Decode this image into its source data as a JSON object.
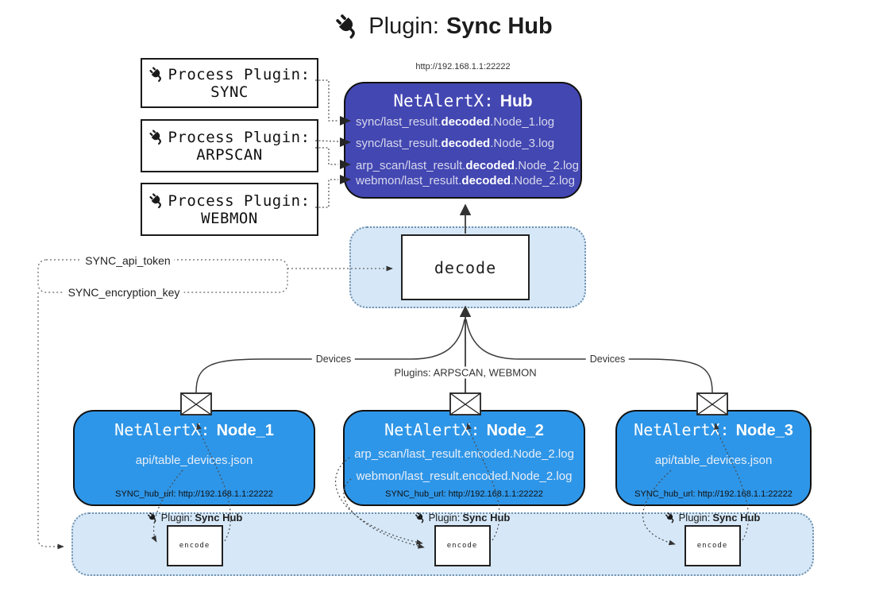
{
  "title": {
    "prefix": "Plugin:",
    "name": "Sync Hub"
  },
  "hub": {
    "url": "http://192.168.1.1:22222",
    "name_prefix": "NetAlertX:",
    "name": "Hub",
    "logs": [
      {
        "pre": "sync/last_result.",
        "bold": "decoded",
        "post": ".Node_1.log"
      },
      {
        "pre": "sync/last_result.",
        "bold": "decoded",
        "post": ".Node_3.log"
      },
      {
        "pre": "arp_scan/last_result.",
        "bold": "decoded",
        "post": ".Node_2.log"
      },
      {
        "pre": "webmon/last_result.",
        "bold": "decoded",
        "post": ".Node_2.log"
      }
    ]
  },
  "process_plugins": [
    {
      "label": "Process Plugin:",
      "name": "SYNC"
    },
    {
      "label": "Process Plugin:",
      "name": "ARPSCAN"
    },
    {
      "label": "Process Plugin:",
      "name": "WEBMON"
    }
  ],
  "decode_label": "decode",
  "secrets": {
    "api_token": "SYNC_api_token",
    "encryption_key": "SYNC_encryption_key"
  },
  "edge_labels": {
    "devices_left": "Devices",
    "plugins_mid": "Plugins: ARPSCAN, WEBMON",
    "devices_right": "Devices"
  },
  "nodes": [
    {
      "name_prefix": "NetAlertX:",
      "name": "Node_1",
      "files": [
        "api/table_devices.json"
      ],
      "hub_url": "SYNC_hub_url: http://192.168.1.1:22222"
    },
    {
      "name_prefix": "NetAlertX:",
      "name": "Node_2",
      "files": [
        "arp_scan/last_result.encoded.Node_2.log",
        "webmon/last_result.encoded.Node_2.log"
      ],
      "hub_url": "SYNC_hub_url: http://192.168.1.1:22222"
    },
    {
      "name_prefix": "NetAlertX:",
      "name": "Node_3",
      "files": [
        "api/table_devices.json"
      ],
      "hub_url": "SYNC_hub_url: http://192.168.1.1:22222"
    }
  ],
  "encode_units": [
    {
      "plugin_prefix": "Plugin:",
      "plugin_name": "Sync Hub",
      "box_label": "encode"
    },
    {
      "plugin_prefix": "Plugin:",
      "plugin_name": "Sync Hub",
      "box_label": "encode"
    },
    {
      "plugin_prefix": "Plugin:",
      "plugin_name": "Sync Hub",
      "box_label": "encode"
    }
  ],
  "colors": {
    "hub_bg": "#4347b2",
    "node_bg": "#2e96e8",
    "band_bg": "#d6e8f8",
    "line": "#3a3a3a"
  }
}
